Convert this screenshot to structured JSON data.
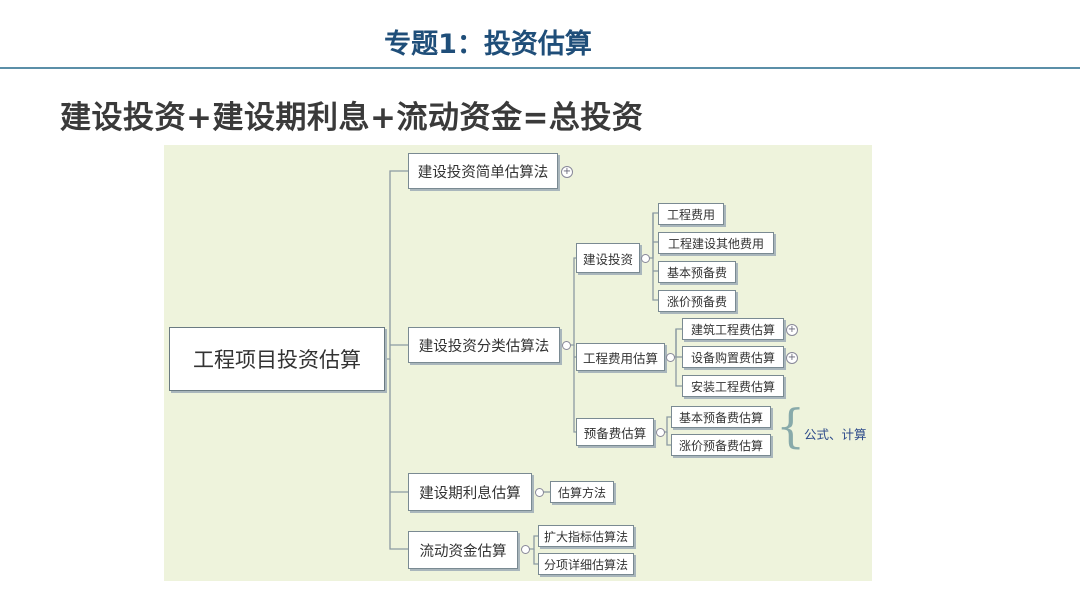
{
  "header": {
    "title": "专题1：投资估算"
  },
  "formula": "建设投资+建设期利息+流动资金=总投资",
  "mindmap": {
    "root": "工程项目投资估算",
    "level1": [
      "建设投资简单估算法",
      "建设投资分类估算法",
      "建设期利息估算",
      "流动资金估算"
    ],
    "construction_investment": {
      "label": "建设投资",
      "children": [
        "工程费用",
        "工程建设其他费用",
        "基本预备费",
        "涨价预备费"
      ]
    },
    "engineering_cost": {
      "label": "工程费用估算",
      "children": [
        "建筑工程费估算",
        "设备购置费估算",
        "安装工程费估算"
      ]
    },
    "reserve": {
      "label": "预备费估算",
      "children": [
        "基本预备费估算",
        "涨价预备费估算"
      ],
      "note": "公式、计算"
    },
    "interest": {
      "children": [
        "估算方法"
      ]
    },
    "working_capital": {
      "children": [
        "扩大指标估算法",
        "分项详细估算法"
      ]
    }
  }
}
